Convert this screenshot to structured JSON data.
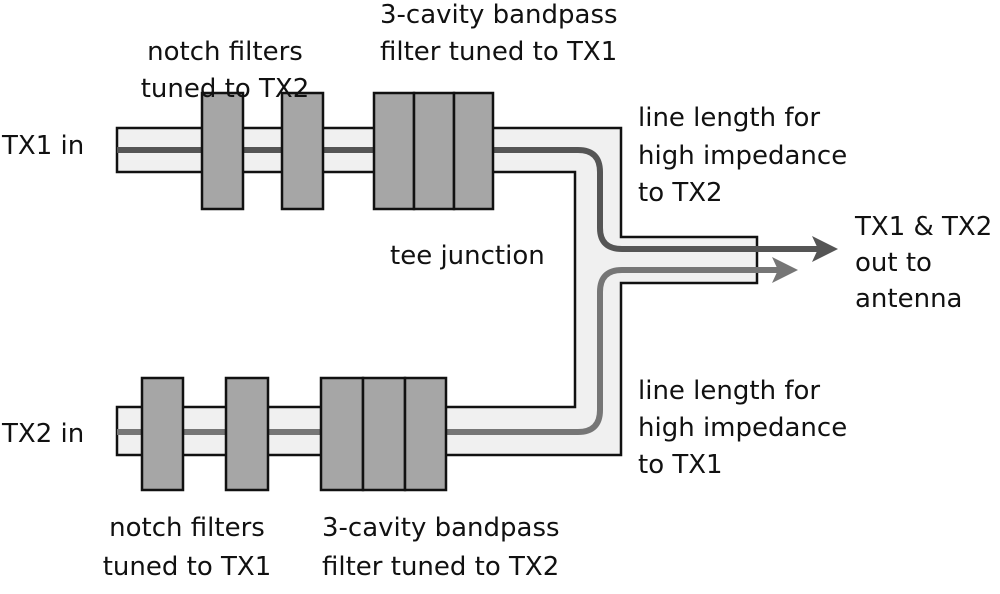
{
  "colors": {
    "waveguide_fill": "#f0f0f0",
    "filter_fill": "#a6a6a6",
    "tx1_path": "#555555",
    "tx2_path": "#767676",
    "outline": "#111111"
  },
  "labels": {
    "tx1_in": "TX1 in",
    "tx2_in": "TX2 in",
    "notch_tx2": [
      "notch filters",
      "tuned to TX2"
    ],
    "bandpass_tx1": [
      "3-cavity bandpass",
      "filter tuned to TX1"
    ],
    "line_length_tx2": [
      "line length for",
      "high impedance",
      "to TX2"
    ],
    "tee_junction": "tee junction",
    "output": [
      "TX1 & TX2",
      "out to",
      "antenna"
    ],
    "line_length_tx1": [
      "line length for",
      "high impedance",
      "to TX1"
    ],
    "notch_tx1": [
      "notch filters",
      "tuned to TX1"
    ],
    "bandpass_tx2": [
      "3-cavity bandpass",
      "filter tuned to TX2"
    ]
  }
}
